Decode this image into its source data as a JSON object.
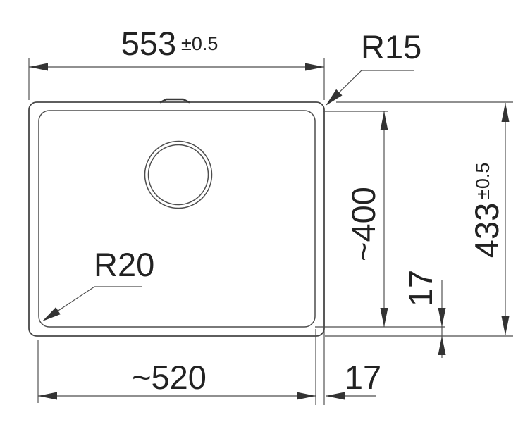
{
  "meta": {
    "background_color": "#ffffff",
    "line_color": "#4d4d4d",
    "text_color": "#222222",
    "drawing_type": "sink-installation-dimension-drawing"
  },
  "labels": {
    "outer_width": {
      "value": "553",
      "tolerance": "±0.5"
    },
    "outer_height": {
      "value": "433",
      "tolerance": "±0.5"
    },
    "bowl_width": {
      "value": "~520"
    },
    "bowl_height": {
      "value": "~400"
    },
    "radius_outer_corner": "R15",
    "radius_bowl_corner": "R20",
    "rim_offset_right": "17",
    "rim_offset_bottom": "17"
  }
}
